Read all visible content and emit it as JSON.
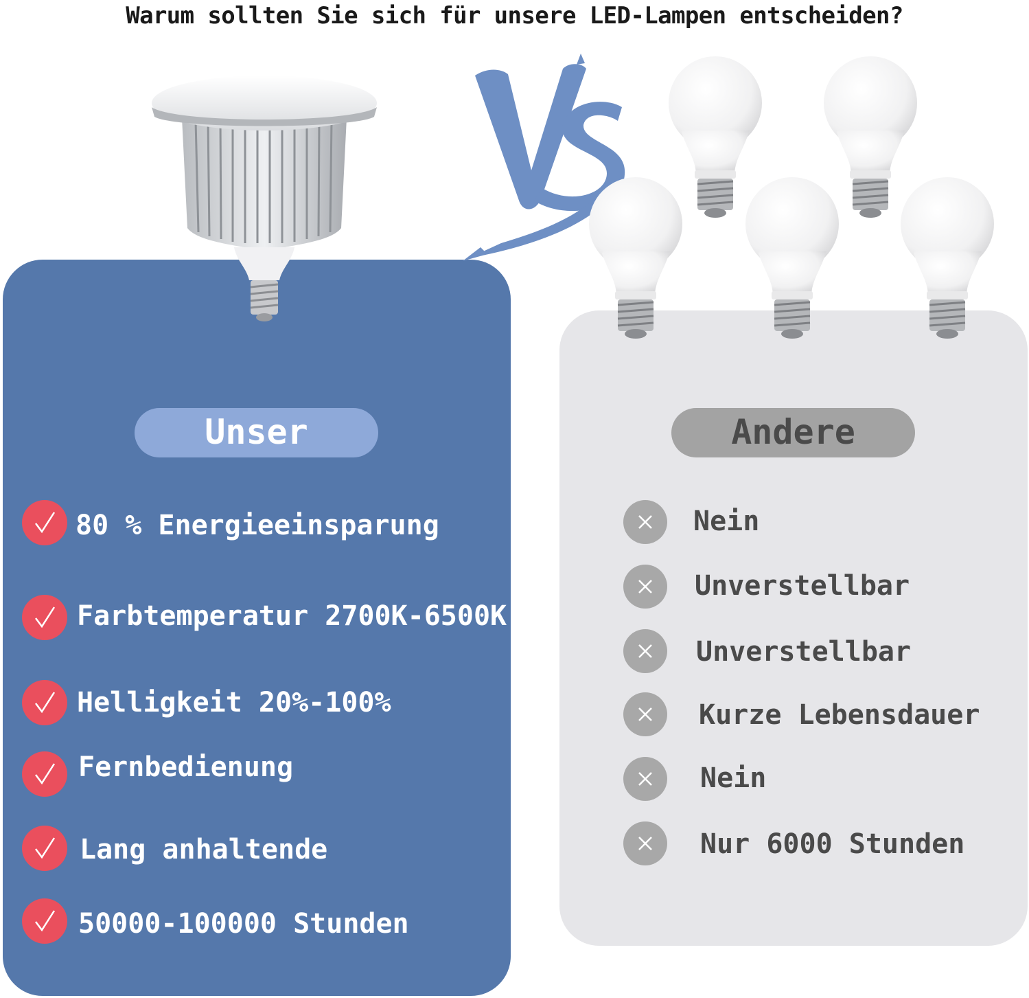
{
  "headline": "Warum sollten Sie sich für unsere LED-Lampen entscheiden?",
  "ours": {
    "label": "Unser",
    "features": [
      "80 % Energieeinsparung",
      "Farbtemperatur 2700K-6500K",
      "Helligkeit 20%-100%",
      "Fernbedienung",
      "Lang anhaltende",
      "50000-100000 Stunden"
    ]
  },
  "others": {
    "label": "Andere",
    "features": [
      "Nein",
      "Unverstellbar",
      "Unverstellbar",
      "Kurze Lebensdauer",
      "Nein",
      "Nur 6000 Stunden"
    ]
  },
  "colors": {
    "ours_panel": "#5578ab",
    "others_panel": "#e6e6e9",
    "check_badge": "#ea4f5d",
    "cross_badge": "#a8a8a8",
    "vs_brush": "#6e8fc4"
  },
  "icons": {
    "ours": "check-icon",
    "others": "cross-icon"
  }
}
